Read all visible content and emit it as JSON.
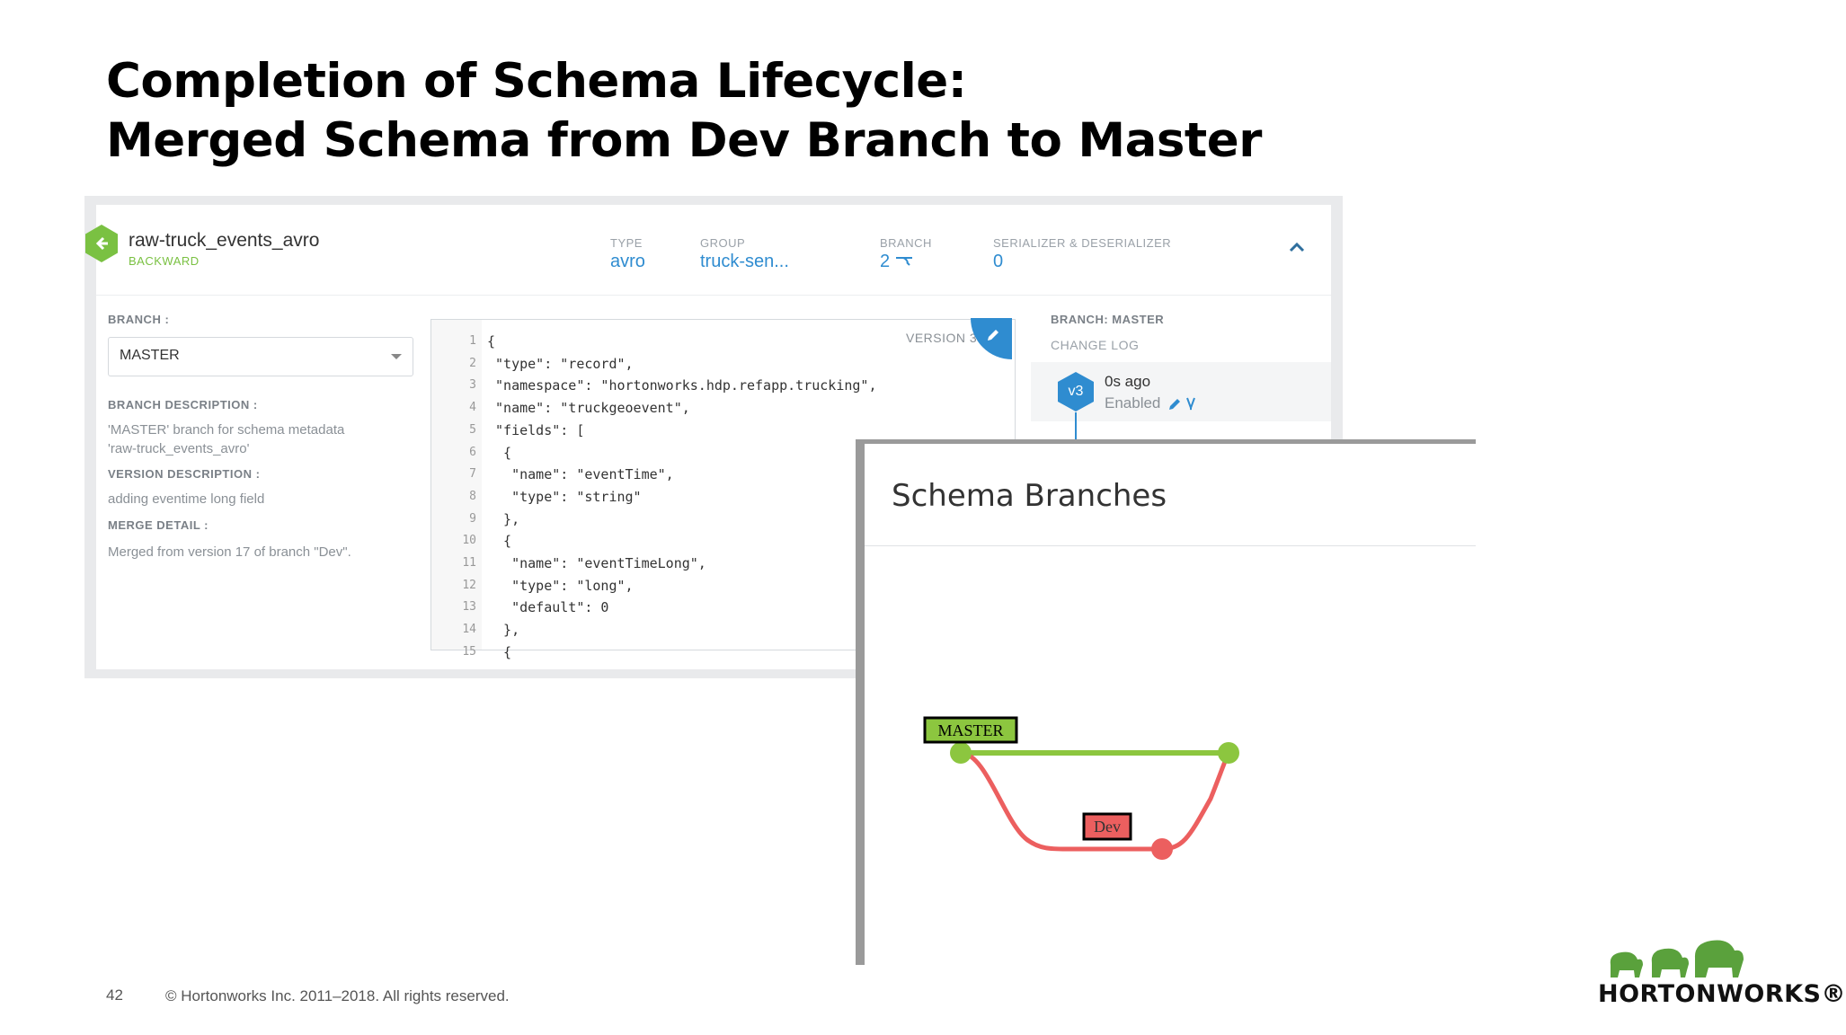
{
  "slide": {
    "title_line1": "Completion of Schema Lifecycle:",
    "title_line2": "Merged Schema from Dev Branch to Master",
    "page_number": "42",
    "copyright": "© Hortonworks Inc. 2011–2018. All rights reserved.",
    "logo_text": "HORTONWORKS®"
  },
  "schema": {
    "name": "raw-truck_events_avro",
    "compatibility": "BACKWARD",
    "type_label": "TYPE",
    "type_value": "avro",
    "group_label": "GROUP",
    "group_value": "truck-sen...",
    "branch_label": "BRANCH",
    "branch_value": "2",
    "serde_label": "SERIALIZER & DESERIALIZER",
    "serde_value": "0"
  },
  "left_panel": {
    "branch_label": "BRANCH :",
    "branch_selected": "MASTER",
    "branch_desc_label": "BRANCH DESCRIPTION :",
    "branch_desc_line1": "'MASTER' branch for schema metadata",
    "branch_desc_line2": "'raw-truck_events_avro'",
    "version_desc_label": "VERSION DESCRIPTION :",
    "version_desc": "adding eventime long field",
    "merge_label": "MERGE DETAIL :",
    "merge_detail": "Merged from version 17 of branch \"Dev\"."
  },
  "editor": {
    "version_label": "VERSION 3",
    "lines": [
      {
        "n": "1",
        "text": "{"
      },
      {
        "n": "2",
        "text": " \"type\": \"record\","
      },
      {
        "n": "3",
        "text": " \"namespace\": \"hortonworks.hdp.refapp.trucking\","
      },
      {
        "n": "4",
        "text": " \"name\": \"truckgeoevent\","
      },
      {
        "n": "5",
        "text": " \"fields\": ["
      },
      {
        "n": "6",
        "text": "  {"
      },
      {
        "n": "7",
        "text": "   \"name\": \"eventTime\","
      },
      {
        "n": "8",
        "text": "   \"type\": \"string\""
      },
      {
        "n": "9",
        "text": "  },"
      },
      {
        "n": "10",
        "text": "  {"
      },
      {
        "n": "11",
        "text": "   \"name\": \"eventTimeLong\","
      },
      {
        "n": "12",
        "text": "   \"type\": \"long\","
      },
      {
        "n": "13",
        "text": "   \"default\": 0"
      },
      {
        "n": "14",
        "text": "  },"
      },
      {
        "n": "15",
        "text": "  {"
      }
    ]
  },
  "changelog": {
    "branch_title": "BRANCH: MASTER",
    "subtitle": "CHANGE LOG",
    "entry_version": "v3",
    "entry_time": "0s ago",
    "entry_status": "Enabled"
  },
  "branches_dialog": {
    "title": "Schema Branches",
    "master_label": "MASTER",
    "dev_label": "Dev",
    "master_color": "#8cc63f",
    "dev_color": "#ec5f5f"
  },
  "colors": {
    "accent_blue": "#2f8cd0",
    "accent_green": "#7ac142"
  }
}
